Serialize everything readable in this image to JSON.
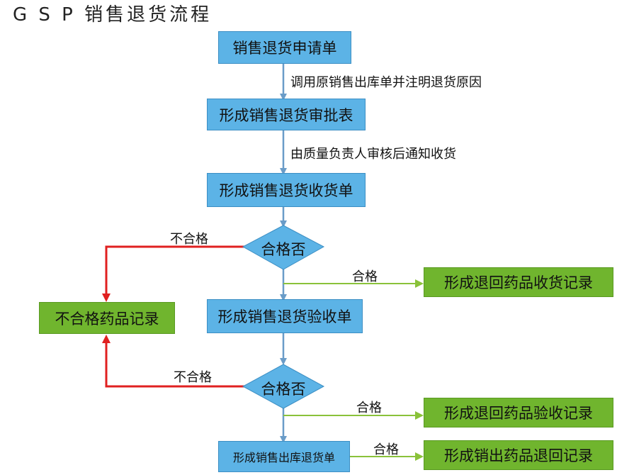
{
  "title": "G S P 销售退货流程",
  "nodes": {
    "n1": "销售退货申请单",
    "n2": "形成销售退货审批表",
    "n3": "形成销售退货收货单",
    "d1": "合格否",
    "n4": "形成销售退货验收单",
    "d2": "合格否",
    "n5": "形成销售出库退货单",
    "g1": "形成退回药品收货记录",
    "g2": "形成退回药品验收记录",
    "g3": "形成销出药品退回记录",
    "red": "不合格药品记录"
  },
  "edge_labels": {
    "e1": "调用原销售出库单并注明退货原因",
    "e2": "由质量负责人审核后通知收货",
    "fail1": "不合格",
    "pass1": "合格",
    "fail2": "不合格",
    "pass2": "合格",
    "pass3": "合格"
  },
  "colors": {
    "process_fill": "#5cb3e6",
    "record_fill": "#70b52e",
    "connector": "#6a9cc8",
    "pass_line": "#8ac23a",
    "fail_line": "#e02020"
  }
}
